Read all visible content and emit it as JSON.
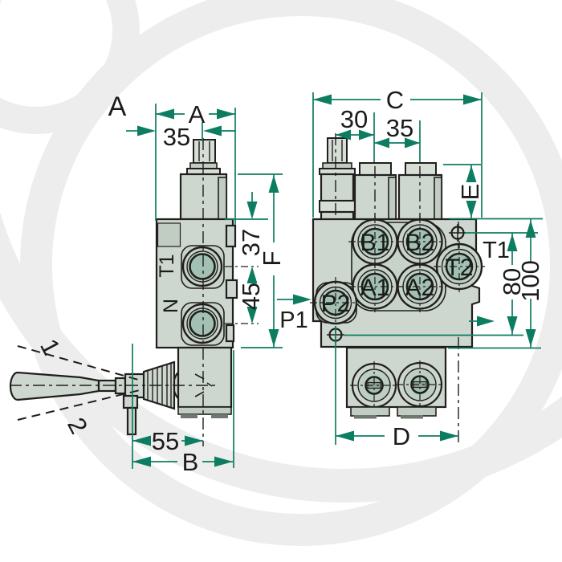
{
  "drawing": {
    "kind": "technical dimension drawing, hydraulic monoblock control valve, two views",
    "section_label": "A"
  },
  "side": {
    "dim_a": "A",
    "dim_35": "35",
    "port_t1": "T1",
    "port_n": "N",
    "dim_37": "37",
    "dim_45": "45",
    "dim_f": "F",
    "port_p1": "P1",
    "lever_pos_1": "1",
    "lever_pos_2": "2",
    "dim_55": "55",
    "dim_b": "B"
  },
  "front": {
    "dim_c": "C",
    "dim_30": "30",
    "dim_35": "35",
    "dim_e": "E",
    "port_b1": "B1",
    "port_b2": "B2",
    "port_a1": "A1",
    "port_a2": "A2",
    "port_p2": "P2",
    "port_t2": "T2",
    "port_t1": "T1",
    "dim_80": "80",
    "dim_100": "100",
    "dim_d": "D"
  },
  "colors": {
    "dimension_teal": "#0d7d61",
    "outline_black": "#201f1d",
    "body_fill": "#ced7cf",
    "body_light": "#d6ded6",
    "body_dark": "#c1ccc3",
    "port_inner": "#a2c1b4",
    "watermark_gray": "#ededed",
    "background": "#ffffff"
  }
}
